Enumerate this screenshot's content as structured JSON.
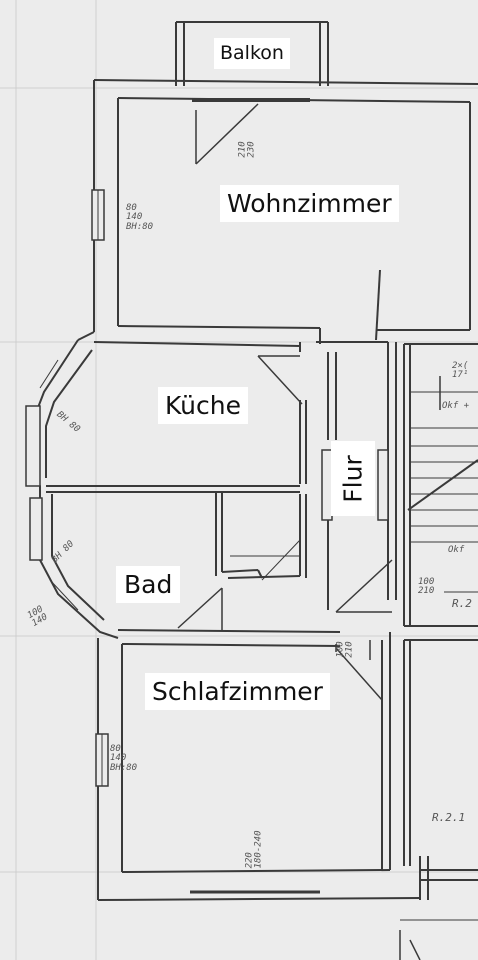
{
  "rooms": {
    "balkon": "Balkon",
    "wohnzimmer": "Wohnzimmer",
    "kueche": "Küche",
    "flur": "Flur",
    "bad": "Bad",
    "schlafzimmer": "Schlafzimmer"
  },
  "annotations": {
    "wohn_window": "80\n140\nBH:80",
    "schlaf_window": "80\n140\nBH:80",
    "kueche_bay": "BH 80",
    "bad_bay": "BH 80",
    "bath_side_window": "100\n140",
    "door_wohn": "210\n230",
    "door_flur": "100\n210",
    "door_schlaf": "100\n210",
    "schlaf_height": "220\n180-240",
    "stair_top": "2×(\n17¹",
    "stair_okf": "Okf +",
    "stair_okf2": "Okf",
    "room_r2": "R.2",
    "room_r21": "R.2.1"
  },
  "colors": {
    "paper": "#ececec",
    "wall": "#3a3a3a",
    "label_bg": "#ffffff"
  }
}
